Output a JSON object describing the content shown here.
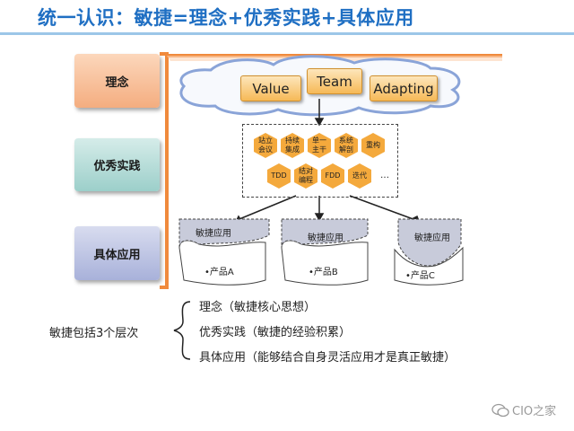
{
  "title": "统一认识：敏捷=理念+优秀实践+具体应用",
  "rows": {
    "concept": "理念",
    "practice": "优秀实践",
    "application": "具体应用"
  },
  "values": [
    "Value",
    "Team",
    "Adapting"
  ],
  "hexagons": [
    {
      "text": "站立会议"
    },
    {
      "text": "持续集成"
    },
    {
      "text": "单一主干"
    },
    {
      "text": "系统解剖"
    },
    {
      "text": "重构"
    },
    {
      "text": "TDD"
    },
    {
      "text": "结对编程"
    },
    {
      "text": "FDD"
    },
    {
      "text": "迭代"
    },
    {
      "text": "…"
    }
  ],
  "applications": [
    {
      "top": "敏捷应用",
      "bottom": "•产品A"
    },
    {
      "top": "敏捷应用",
      "bottom": "•产品B"
    },
    {
      "top": "敏捷应用",
      "bottom": "•产品C"
    }
  ],
  "summary": {
    "left": "敏捷包括3个层次",
    "lines": [
      "理念（敏捷核心思想）",
      "优秀实践（敏捷的经验积累）",
      "具体应用（能够结合自身灵活应用才是真正敏捷）"
    ]
  },
  "watermark": "CIO之家",
  "colors": {
    "title": "#1f6fc3",
    "hexagon": "#f4a93c",
    "concept_bar": "#f08a3c"
  }
}
